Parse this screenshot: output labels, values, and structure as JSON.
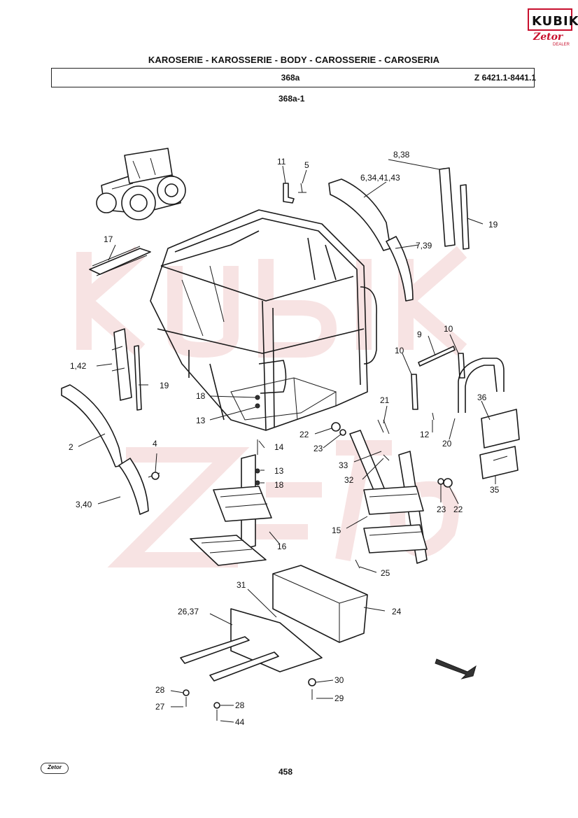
{
  "header": {
    "title": "KAROSERIE - KAROSSERIE - BODY - CAROSSERIE - CAROSERIA",
    "section_code": "368a",
    "model_code": "Z 6421.1-8441.1",
    "subsection": "368a-1"
  },
  "logo": {
    "brand_top": "KUBIK",
    "brand_bottom": "Zetor",
    "dealer": "DEALER",
    "accent_color": "#c8102e"
  },
  "footer": {
    "page_number": "458",
    "small_logo": "Zetor"
  },
  "callouts": [
    "11",
    "5",
    "8,38",
    "6,34,41,43",
    "19",
    "17",
    "7,39",
    "9",
    "10",
    "10",
    "1,42",
    "19",
    "18",
    "13",
    "21",
    "2",
    "22",
    "23",
    "12",
    "20",
    "36",
    "4",
    "14",
    "13",
    "33",
    "18",
    "32",
    "23",
    "22",
    "3,40",
    "15",
    "35",
    "16",
    "25",
    "31",
    "24",
    "26,37",
    "30",
    "28",
    "28",
    "29",
    "27",
    "44"
  ]
}
